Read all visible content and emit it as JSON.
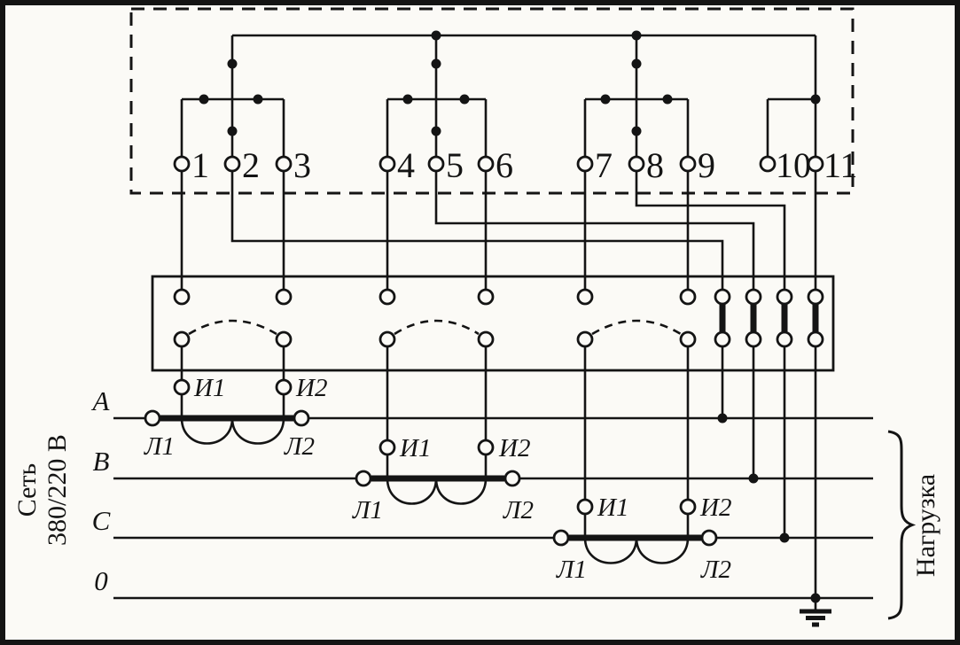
{
  "colors": {
    "ink": "#141414",
    "paper": "#fbfaf6"
  },
  "meter": {
    "terminal_labels": [
      "1",
      "2",
      "3",
      "4",
      "5",
      "6",
      "7",
      "8",
      "9",
      "10",
      "11"
    ]
  },
  "current_transformers": [
    {
      "secondary_1": "И1",
      "secondary_2": "И2",
      "primary_1": "Л1",
      "primary_2": "Л2"
    },
    {
      "secondary_1": "И1",
      "secondary_2": "И2",
      "primary_1": "Л1",
      "primary_2": "Л2"
    },
    {
      "secondary_1": "И1",
      "secondary_2": "И2",
      "primary_1": "Л1",
      "primary_2": "Л2"
    }
  ],
  "phase_lines": {
    "a": "A",
    "b": "B",
    "c": "C",
    "neutral": "0"
  },
  "captions": {
    "supply_name": "Сеть",
    "supply_voltage": "380/220 В",
    "load": "Нагрузка"
  }
}
